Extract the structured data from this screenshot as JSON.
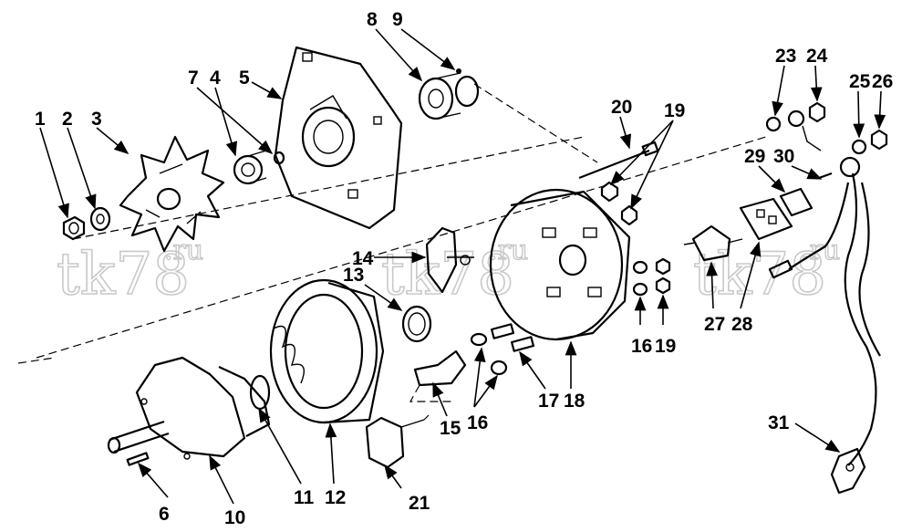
{
  "watermark": {
    "text": "tk78",
    "suffix": ".ru"
  },
  "callouts": [
    "1",
    "2",
    "3",
    "4",
    "5",
    "6",
    "7",
    "8",
    "9",
    "10",
    "11",
    "12",
    "13",
    "14",
    "15",
    "16",
    "16",
    "16",
    "17",
    "18",
    "19",
    "19",
    "20",
    "21",
    "23",
    "24",
    "25",
    "26",
    "27",
    "28",
    "29",
    "30",
    "31"
  ]
}
